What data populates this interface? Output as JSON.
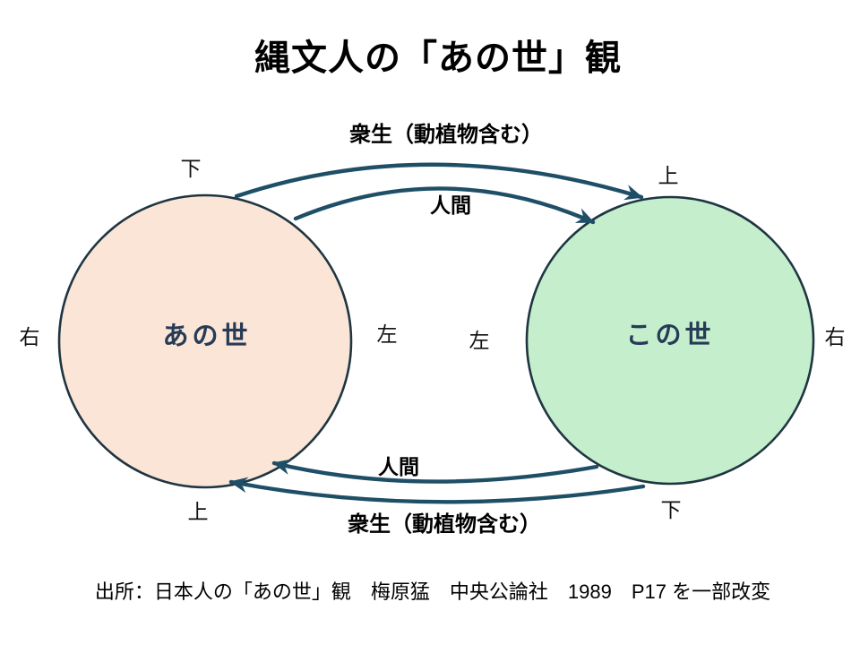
{
  "title": "縄文人の「あの世」観",
  "circles": {
    "left": {
      "label": "あの世"
    },
    "right": {
      "label": "この世"
    }
  },
  "flows": {
    "top_outer": "衆生（動植物含む）",
    "top_inner": "人間",
    "bottom_inner": "人間",
    "bottom_outer": "衆生（動植物含む）"
  },
  "orientation_labels": {
    "top_left": "下",
    "top_right": "上",
    "far_left": "右",
    "mid_left": "左",
    "mid_right": "左",
    "far_right": "右",
    "bottom_left": "上",
    "bottom_right": "下"
  },
  "source": "出所：日本人の「あの世」観　梅原猛　中央公論社　1989　P17 を一部改変",
  "colors": {
    "arrow": "#1E4F66",
    "circle_outline": "#1F3542",
    "left_circle_fill": "#FBE5D6",
    "right_circle_fill": "#C5EFCC",
    "world_label_text": "#263B56"
  }
}
